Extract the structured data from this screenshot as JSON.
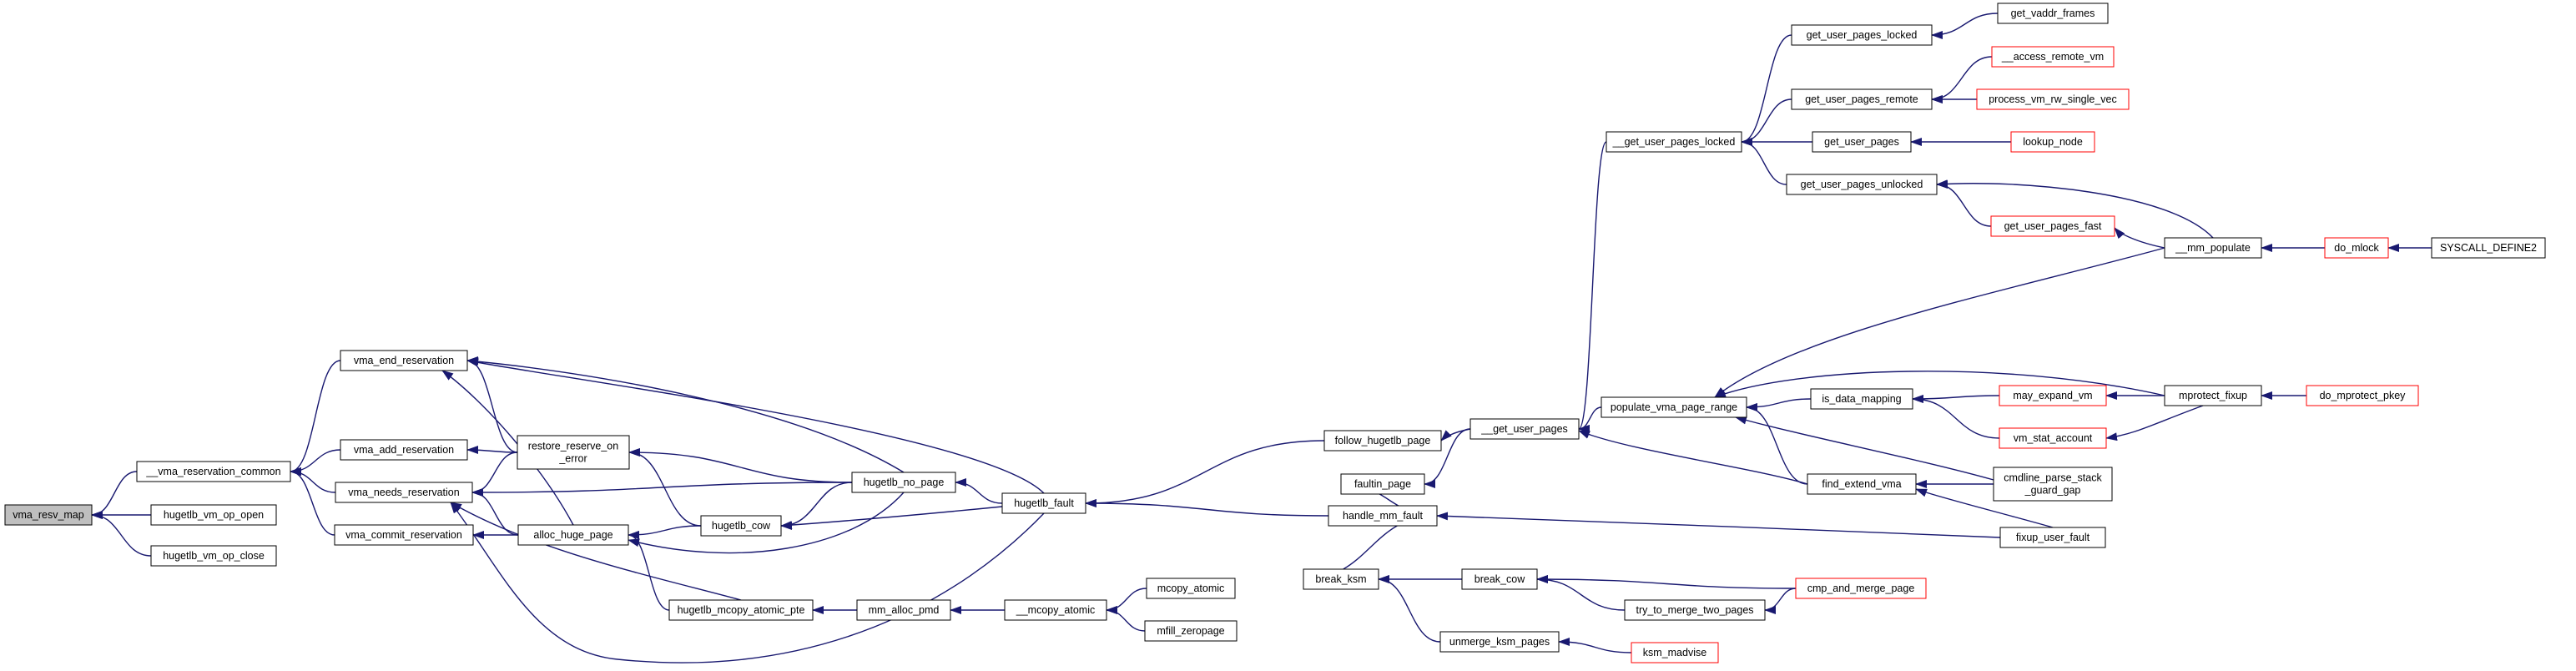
{
  "colors": {
    "edge": "#191970",
    "node_border": "#000000",
    "truncated_border": "#ff0000",
    "root_fill": "#bfbfbf",
    "background": "#ffffff"
  },
  "nodes": [
    {
      "id": "vma_resv_map",
      "label": "vma_resv_map",
      "style": "root"
    },
    {
      "id": "vma_reservation_common",
      "label": "__vma_reservation_common"
    },
    {
      "id": "hugetlb_vm_op_open",
      "label": "hugetlb_vm_op_open"
    },
    {
      "id": "hugetlb_vm_op_close",
      "label": "hugetlb_vm_op_close"
    },
    {
      "id": "vma_end_reservation",
      "label": "vma_end_reservation"
    },
    {
      "id": "vma_add_reservation",
      "label": "vma_add_reservation"
    },
    {
      "id": "vma_needs_reservation",
      "label": "vma_needs_reservation"
    },
    {
      "id": "vma_commit_reservation",
      "label": "vma_commit_reservation"
    },
    {
      "id": "restore_reserve_on_error",
      "label": [
        "restore_reserve_on",
        "_error"
      ]
    },
    {
      "id": "alloc_huge_page",
      "label": "alloc_huge_page"
    },
    {
      "id": "hugetlb_cow",
      "label": "hugetlb_cow"
    },
    {
      "id": "hugetlb_no_page",
      "label": "hugetlb_no_page"
    },
    {
      "id": "hugetlb_mcopy_atomic_pte",
      "label": "hugetlb_mcopy_atomic_pte"
    },
    {
      "id": "mm_alloc_pmd",
      "label": "mm_alloc_pmd"
    },
    {
      "id": "mcopy_atomic_",
      "label": "__mcopy_atomic"
    },
    {
      "id": "mcopy_atomic",
      "label": "mcopy_atomic"
    },
    {
      "id": "mfill_zeropage",
      "label": "mfill_zeropage"
    },
    {
      "id": "hugetlb_fault",
      "label": "hugetlb_fault"
    },
    {
      "id": "follow_hugetlb_page",
      "label": "follow_hugetlb_page"
    },
    {
      "id": "handle_mm_fault",
      "label": "handle_mm_fault"
    },
    {
      "id": "faultin_page",
      "label": "faultin_page"
    },
    {
      "id": "break_ksm",
      "label": "break_ksm"
    },
    {
      "id": "break_cow",
      "label": "break_cow"
    },
    {
      "id": "unmerge_ksm_pages",
      "label": "unmerge_ksm_pages"
    },
    {
      "id": "try_to_merge_two_pages",
      "label": "try_to_merge_two_pages"
    },
    {
      "id": "cmp_and_merge_page",
      "label": "cmp_and_merge_page",
      "style": "red"
    },
    {
      "id": "ksm_madvise",
      "label": "ksm_madvise",
      "style": "red"
    },
    {
      "id": "get_user_pages_",
      "label": "__get_user_pages"
    },
    {
      "id": "get_user_pages_locked_",
      "label": "__get_user_pages_locked"
    },
    {
      "id": "populate_vma_page_range",
      "label": "populate_vma_page_range"
    },
    {
      "id": "get_user_pages_locked",
      "label": "get_user_pages_locked"
    },
    {
      "id": "get_user_pages_remote",
      "label": "get_user_pages_remote"
    },
    {
      "id": "get_user_pages",
      "label": "get_user_pages"
    },
    {
      "id": "get_user_pages_unlocked",
      "label": "get_user_pages_unlocked"
    },
    {
      "id": "get_vaddr_frames",
      "label": "get_vaddr_frames"
    },
    {
      "id": "access_remote_vm",
      "label": "__access_remote_vm",
      "style": "red"
    },
    {
      "id": "process_vm_rw_single_vec",
      "label": "process_vm_rw_single_vec",
      "style": "red"
    },
    {
      "id": "lookup_node",
      "label": "lookup_node",
      "style": "red"
    },
    {
      "id": "get_user_pages_fast",
      "label": "get_user_pages_fast",
      "style": "red"
    },
    {
      "id": "mm_populate",
      "label": "__mm_populate"
    },
    {
      "id": "do_mlock",
      "label": "do_mlock",
      "style": "red"
    },
    {
      "id": "SYSCALL_DEFINE2",
      "label": "SYSCALL_DEFINE2"
    },
    {
      "id": "is_data_mapping",
      "label": "is_data_mapping"
    },
    {
      "id": "find_extend_vma",
      "label": "find_extend_vma"
    },
    {
      "id": "may_expand_vm",
      "label": "may_expand_vm",
      "style": "red"
    },
    {
      "id": "vm_stat_account",
      "label": "vm_stat_account",
      "style": "red"
    },
    {
      "id": "mprotect_fixup",
      "label": "mprotect_fixup"
    },
    {
      "id": "do_mprotect_pkey",
      "label": "do_mprotect_pkey",
      "style": "red"
    },
    {
      "id": "cmdline_parse_stack_guard_gap",
      "label": [
        "cmdline_parse_stack",
        "_guard_gap"
      ]
    },
    {
      "id": "fixup_user_fault",
      "label": "fixup_user_fault"
    }
  ],
  "edges": [
    {
      "from": "vma_reservation_common",
      "to": "vma_resv_map"
    },
    {
      "from": "hugetlb_vm_op_open",
      "to": "vma_resv_map"
    },
    {
      "from": "hugetlb_vm_op_close",
      "to": "vma_resv_map"
    },
    {
      "from": "vma_end_reservation",
      "to": "vma_reservation_common"
    },
    {
      "from": "vma_add_reservation",
      "to": "vma_reservation_common"
    },
    {
      "from": "vma_needs_reservation",
      "to": "vma_reservation_common"
    },
    {
      "from": "vma_commit_reservation",
      "to": "vma_reservation_common"
    },
    {
      "from": "restore_reserve_on_error",
      "to": "vma_end_reservation"
    },
    {
      "from": "alloc_huge_page",
      "to": "vma_end_reservation"
    },
    {
      "from": "hugetlb_no_page",
      "to": "vma_end_reservation"
    },
    {
      "from": "hugetlb_fault",
      "to": "vma_end_reservation"
    },
    {
      "from": "restore_reserve_on_error",
      "to": "vma_add_reservation"
    },
    {
      "from": "restore_reserve_on_error",
      "to": "vma_needs_reservation"
    },
    {
      "from": "alloc_huge_page",
      "to": "vma_needs_reservation"
    },
    {
      "from": "hugetlb_no_page",
      "to": "vma_needs_reservation"
    },
    {
      "from": "hugetlb_mcopy_atomic_pte",
      "to": "vma_needs_reservation"
    },
    {
      "from": "hugetlb_fault",
      "to": "vma_needs_reservation"
    },
    {
      "from": "alloc_huge_page",
      "to": "vma_commit_reservation"
    },
    {
      "from": "hugetlb_cow",
      "to": "restore_reserve_on_error"
    },
    {
      "from": "hugetlb_no_page",
      "to": "restore_reserve_on_error"
    },
    {
      "from": "hugetlb_cow",
      "to": "alloc_huge_page"
    },
    {
      "from": "hugetlb_no_page",
      "to": "alloc_huge_page"
    },
    {
      "from": "hugetlb_mcopy_atomic_pte",
      "to": "alloc_huge_page"
    },
    {
      "from": "hugetlb_no_page",
      "to": "hugetlb_cow"
    },
    {
      "from": "hugetlb_fault",
      "to": "hugetlb_cow"
    },
    {
      "from": "hugetlb_fault",
      "to": "hugetlb_no_page"
    },
    {
      "from": "mm_alloc_pmd",
      "to": "hugetlb_mcopy_atomic_pte"
    },
    {
      "from": "mcopy_atomic_",
      "to": "mm_alloc_pmd"
    },
    {
      "from": "mcopy_atomic",
      "to": "mcopy_atomic_"
    },
    {
      "from": "mfill_zeropage",
      "to": "mcopy_atomic_"
    },
    {
      "from": "follow_hugetlb_page",
      "to": "hugetlb_fault"
    },
    {
      "from": "handle_mm_fault",
      "to": "hugetlb_fault"
    },
    {
      "from": "faultin_page",
      "to": "handle_mm_fault"
    },
    {
      "from": "break_ksm",
      "to": "handle_mm_fault"
    },
    {
      "from": "fixup_user_fault",
      "to": "handle_mm_fault"
    },
    {
      "from": "break_cow",
      "to": "break_ksm"
    },
    {
      "from": "unmerge_ksm_pages",
      "to": "break_ksm"
    },
    {
      "from": "cmp_and_merge_page",
      "to": "break_cow"
    },
    {
      "from": "try_to_merge_two_pages",
      "to": "break_cow"
    },
    {
      "from": "cmp_and_merge_page",
      "to": "try_to_merge_two_pages"
    },
    {
      "from": "ksm_madvise",
      "to": "unmerge_ksm_pages"
    },
    {
      "from": "get_user_pages_",
      "to": "follow_hugetlb_page"
    },
    {
      "from": "get_user_pages_",
      "to": "faultin_page"
    },
    {
      "from": "get_user_pages_locked_",
      "to": "get_user_pages_"
    },
    {
      "from": "populate_vma_page_range",
      "to": "get_user_pages_"
    },
    {
      "from": "get_user_pages_locked",
      "to": "get_user_pages_locked_"
    },
    {
      "from": "get_user_pages_remote",
      "to": "get_user_pages_locked_"
    },
    {
      "from": "get_user_pages",
      "to": "get_user_pages_locked_"
    },
    {
      "from": "get_user_pages_unlocked",
      "to": "get_user_pages_locked_"
    },
    {
      "from": "get_vaddr_frames",
      "to": "get_user_pages_locked"
    },
    {
      "from": "access_remote_vm",
      "to": "get_user_pages_remote"
    },
    {
      "from": "process_vm_rw_single_vec",
      "to": "get_user_pages_remote"
    },
    {
      "from": "lookup_node",
      "to": "get_user_pages"
    },
    {
      "from": "get_user_pages_fast",
      "to": "get_user_pages_unlocked"
    },
    {
      "from": "mm_populate",
      "to": "get_user_pages_unlocked"
    },
    {
      "from": "mm_populate",
      "to": "get_user_pages_fast"
    },
    {
      "from": "do_mlock",
      "to": "mm_populate"
    },
    {
      "from": "SYSCALL_DEFINE2",
      "to": "do_mlock"
    },
    {
      "from": "mm_populate",
      "to": "populate_vma_page_range"
    },
    {
      "from": "mprotect_fixup",
      "to": "populate_vma_page_range"
    },
    {
      "from": "is_data_mapping",
      "to": "populate_vma_page_range"
    },
    {
      "from": "find_extend_vma",
      "to": "populate_vma_page_range"
    },
    {
      "from": "cmdline_parse_stack_guard_gap",
      "to": "populate_vma_page_range"
    },
    {
      "from": "may_expand_vm",
      "to": "is_data_mapping"
    },
    {
      "from": "vm_stat_account",
      "to": "is_data_mapping"
    },
    {
      "from": "mprotect_fixup",
      "to": "may_expand_vm"
    },
    {
      "from": "mprotect_fixup",
      "to": "vm_stat_account"
    },
    {
      "from": "do_mprotect_pkey",
      "to": "mprotect_fixup"
    },
    {
      "from": "find_extend_vma",
      "to": "get_user_pages_"
    },
    {
      "from": "cmdline_parse_stack_guard_gap",
      "to": "find_extend_vma"
    },
    {
      "from": "fixup_user_fault",
      "to": "find_extend_vma"
    }
  ]
}
